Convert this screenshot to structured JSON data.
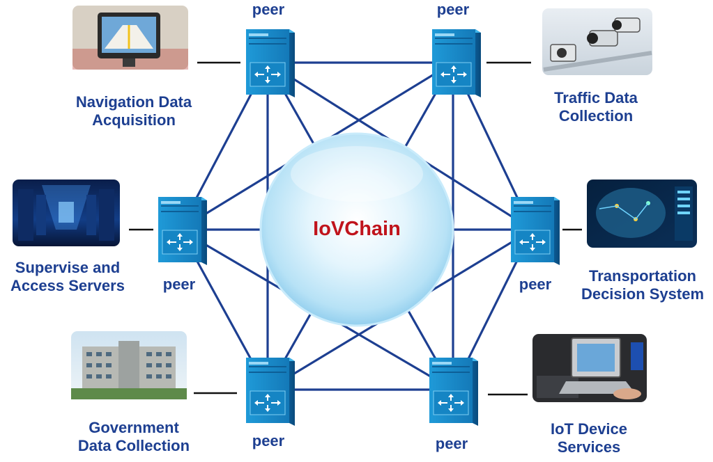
{
  "center_label": "IoVChain",
  "peer_label": "peer",
  "services": {
    "navigation": {
      "line1": "Navigation Data",
      "line2": "Acquisition",
      "icon": "gps-navigator-icon"
    },
    "traffic": {
      "line1": "Traffic Data",
      "line2": "Collection",
      "icon": "traffic-camera-icon"
    },
    "supervise": {
      "line1": "Supervise and",
      "line2": "Access Servers",
      "icon": "server-room-icon"
    },
    "transport": {
      "line1": "Transportation",
      "line2": "Decision System",
      "icon": "map-dashboard-icon"
    },
    "government": {
      "line1": "Government",
      "line2": "Data Collection",
      "icon": "government-building-icon"
    },
    "iot": {
      "line1": "IoT Device",
      "line2": "Services",
      "icon": "car-diagnostic-laptop-icon"
    }
  },
  "colors": {
    "link": "#1d3f91",
    "label": "#1d3f91",
    "center_text": "#c0141c",
    "peer_box": "#1a8fd0"
  }
}
